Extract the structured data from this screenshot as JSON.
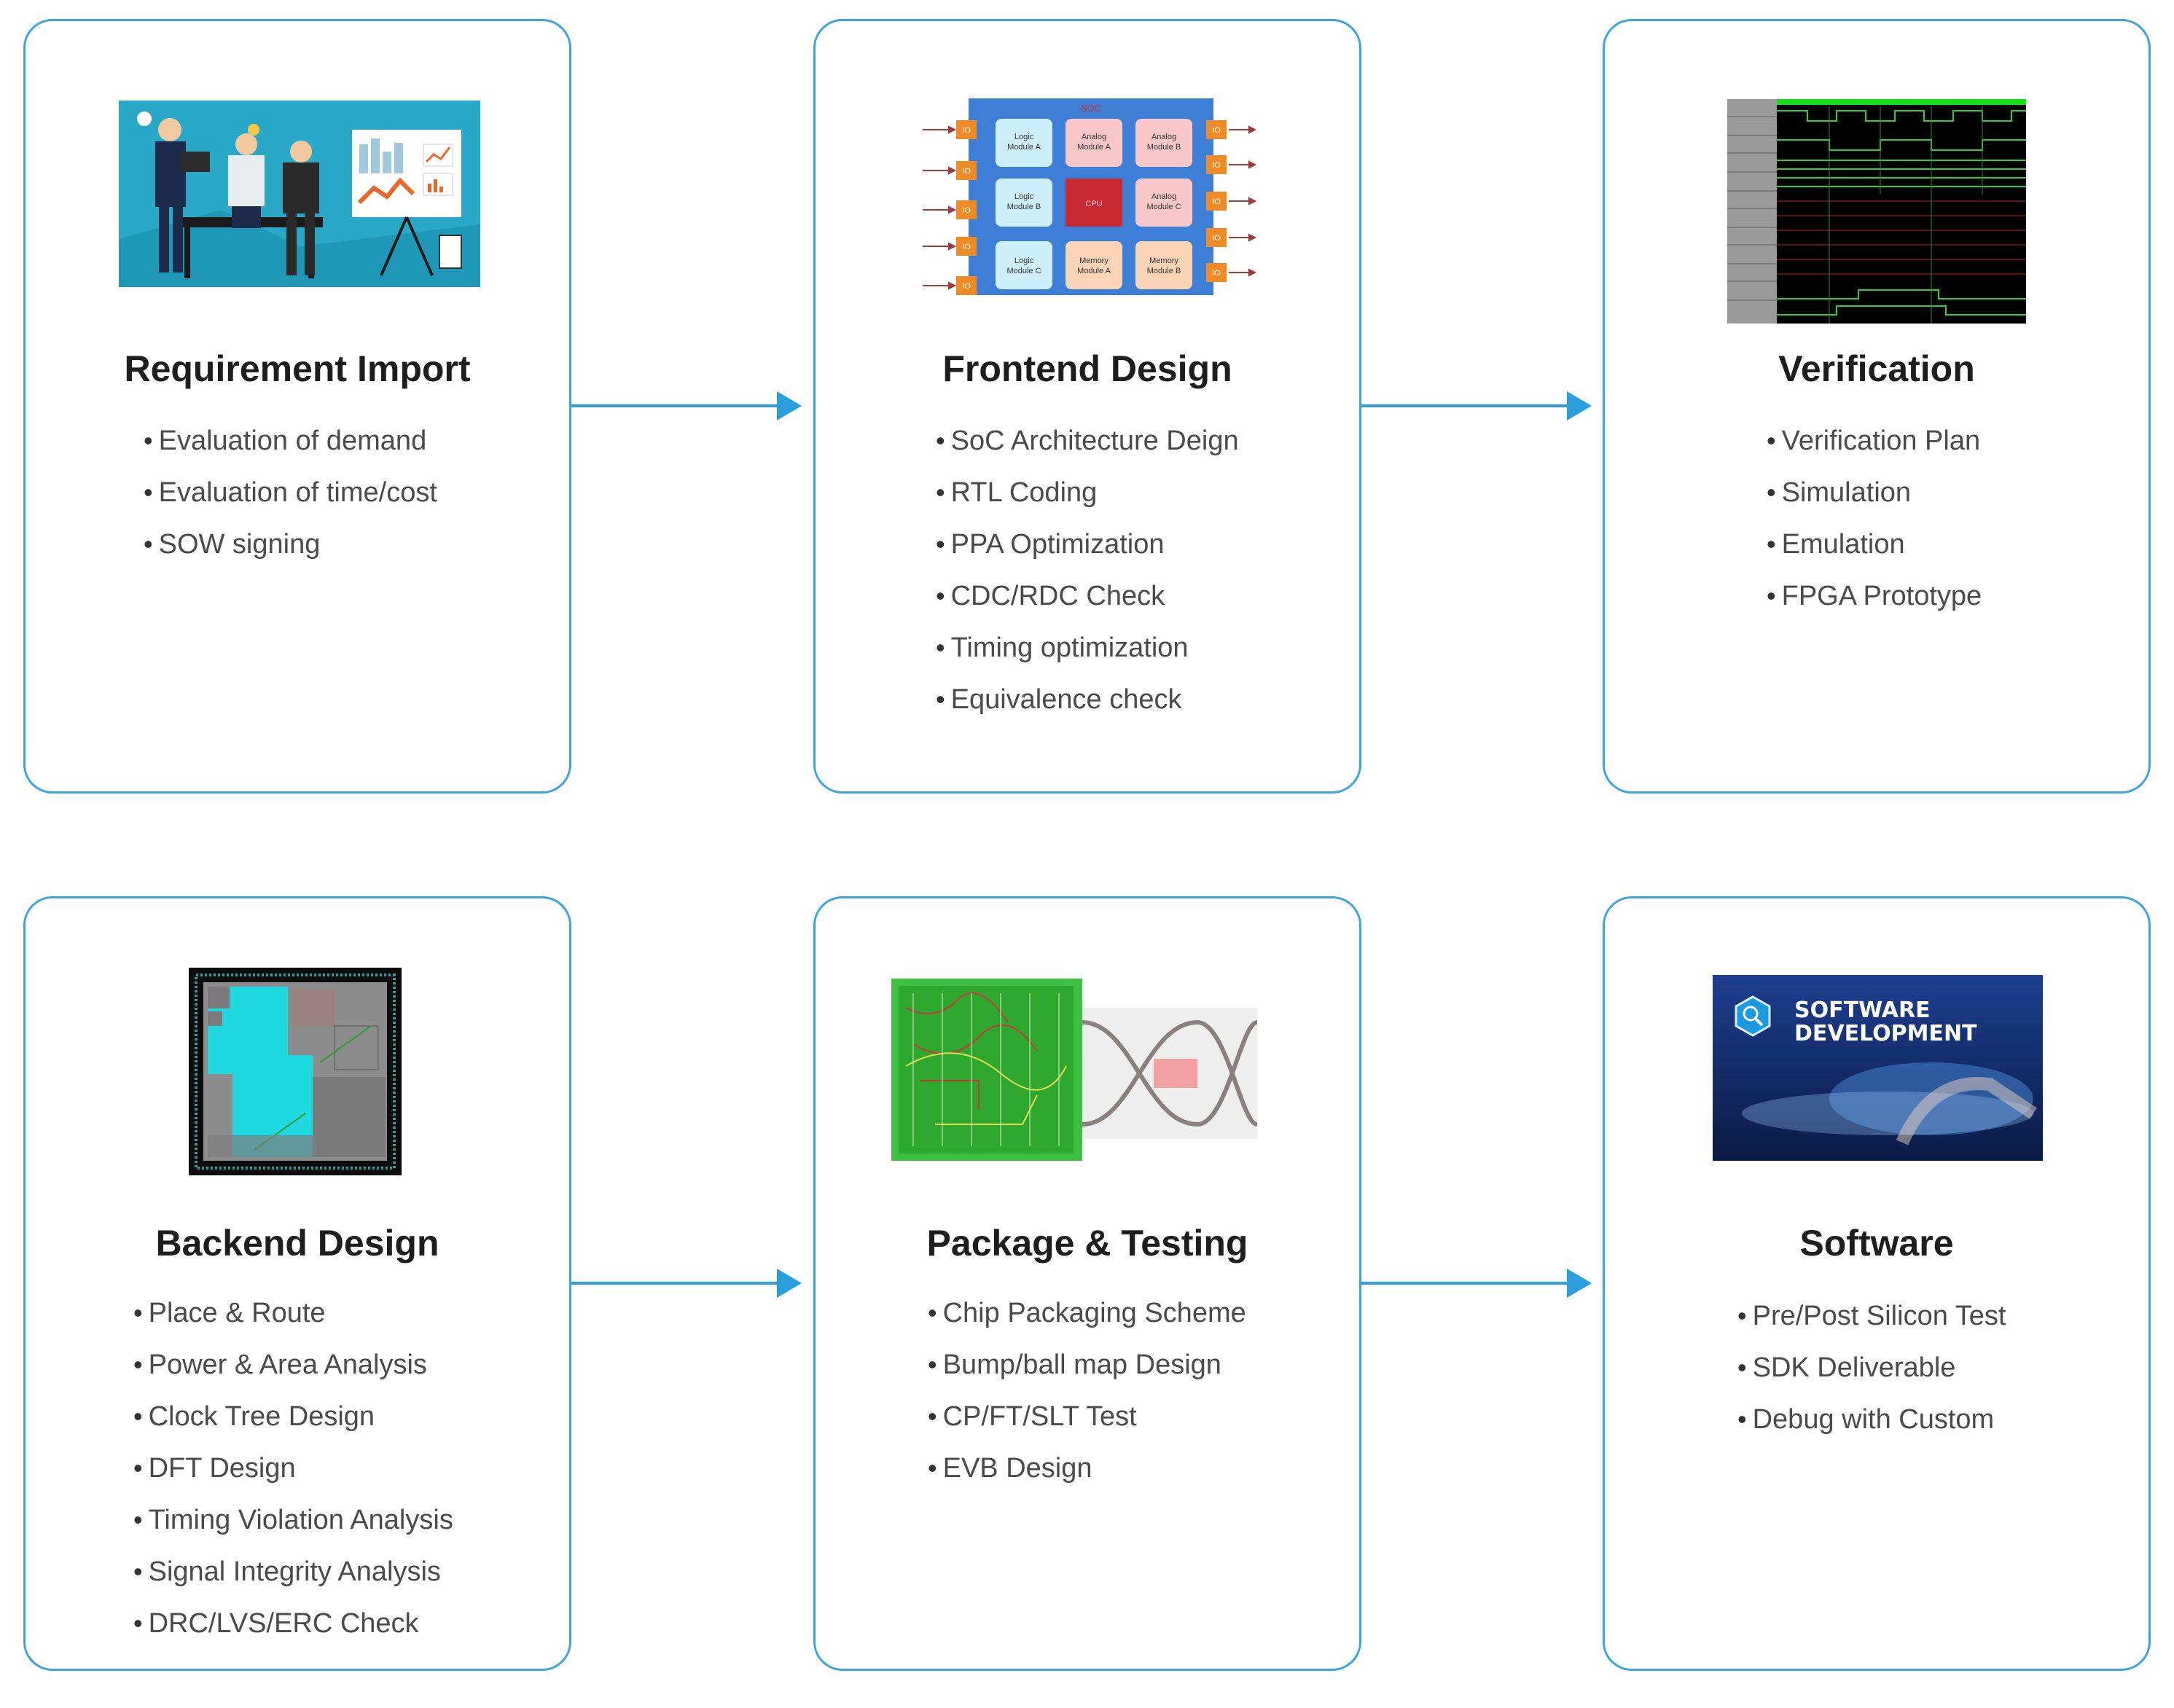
{
  "cards": [
    {
      "title": "Requirement Import",
      "image": "business-team-meeting-illustration",
      "items": [
        "Evaluation of demand",
        "Evaluation of time/cost",
        "SOW signing"
      ]
    },
    {
      "title": "Frontend Design",
      "image": "soc-block-diagram",
      "diagram": {
        "header": "SOC",
        "io": "IO",
        "blocks": [
          [
            "Logic",
            "Module A"
          ],
          [
            "Analog",
            "Module A"
          ],
          [
            "Analog",
            "Module B"
          ],
          [
            "Logic",
            "Module B"
          ],
          [
            "CPU"
          ],
          [
            "Analog",
            "Module C"
          ],
          [
            "Logic",
            "Module C"
          ],
          [
            "Memory",
            "Module A"
          ],
          [
            "Memory",
            "Module B"
          ]
        ]
      },
      "items": [
        "SoC Architecture Deign",
        "RTL Coding",
        "PPA Optimization",
        "CDC/RDC Check",
        "Timing optimization",
        "Equivalence check"
      ]
    },
    {
      "title": "Verification",
      "image": "waveform-simulation-screenshot",
      "items": [
        "Verification Plan",
        "Simulation",
        "Emulation",
        "FPGA Prototype"
      ]
    },
    {
      "title": "Backend Design",
      "image": "chip-layout-floorplan",
      "items": [
        "Place & Route",
        "Power & Area Analysis",
        "Clock Tree Design",
        "DFT Design",
        "Timing Violation Analysis",
        "Signal Integrity Analysis",
        "DRC/LVS/ERC Check"
      ]
    },
    {
      "title": "Package & Testing",
      "image": "pcb-and-eye-diagram",
      "items": [
        "Chip Packaging Scheme",
        "Bump/ball map Design",
        "CP/FT/SLT Test",
        "EVB Design"
      ]
    },
    {
      "title": "Software",
      "image": "software-development-banner",
      "banner": [
        "SOFTWARE",
        "DEVELOPMENT"
      ],
      "items": [
        "Pre/Post Silicon Test",
        "SDK Deliverable",
        "Debug with Custom"
      ]
    }
  ],
  "colors": {
    "border": "#3aa6dc",
    "arrow": "#2b9fdb",
    "title": "#1e1e1e",
    "text": "#4a4a4a"
  }
}
